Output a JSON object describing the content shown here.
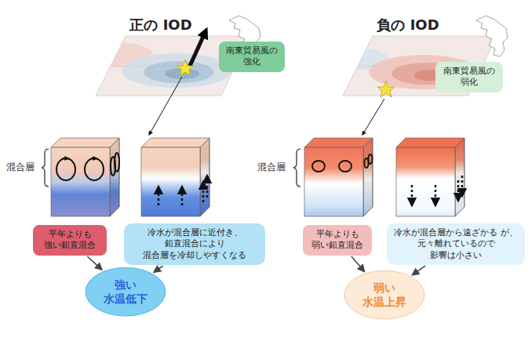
{
  "diagram": {
    "nodes": [
      {
        "text": [
          "南東貿易風の 強化"
        ]
      },
      {
        "text": [
          "平年よりも 強い鉛直混合"
        ]
      },
      {
        "text": [
          "冷水が混合層に近付き、 鉛直混合により 混合層を冷却しやすくなる"
        ]
      },
      {
        "text": [
          "強い 水温低下"
        ]
      },
      {
        "text": [
          "南東貿易風の 弱化"
        ]
      },
      {
        "text": [
          "平年よりも 弱い鉛直混合"
        ]
      },
      {
        "text": [
          "冷水が混合層から遠ざかる が、元々離れているので 影響は小さい"
        ]
      },
      {
        "text": [
          "弱い 水温上昇"
        ]
      }
    ],
    "edges": [
      {
        "from": 1,
        "to": 3,
        "arrow": "to"
      },
      {
        "from": 2,
        "to": 3,
        "arrow": "to"
      },
      {
        "from": 5,
        "to": 7,
        "arrow": "to"
      },
      {
        "from": 6,
        "to": 7,
        "arrow": "to"
      }
    ],
    "labels": [
      "正の IOD",
      "負の IOD",
      "混合層",
      "混合層"
    ]
  }
}
